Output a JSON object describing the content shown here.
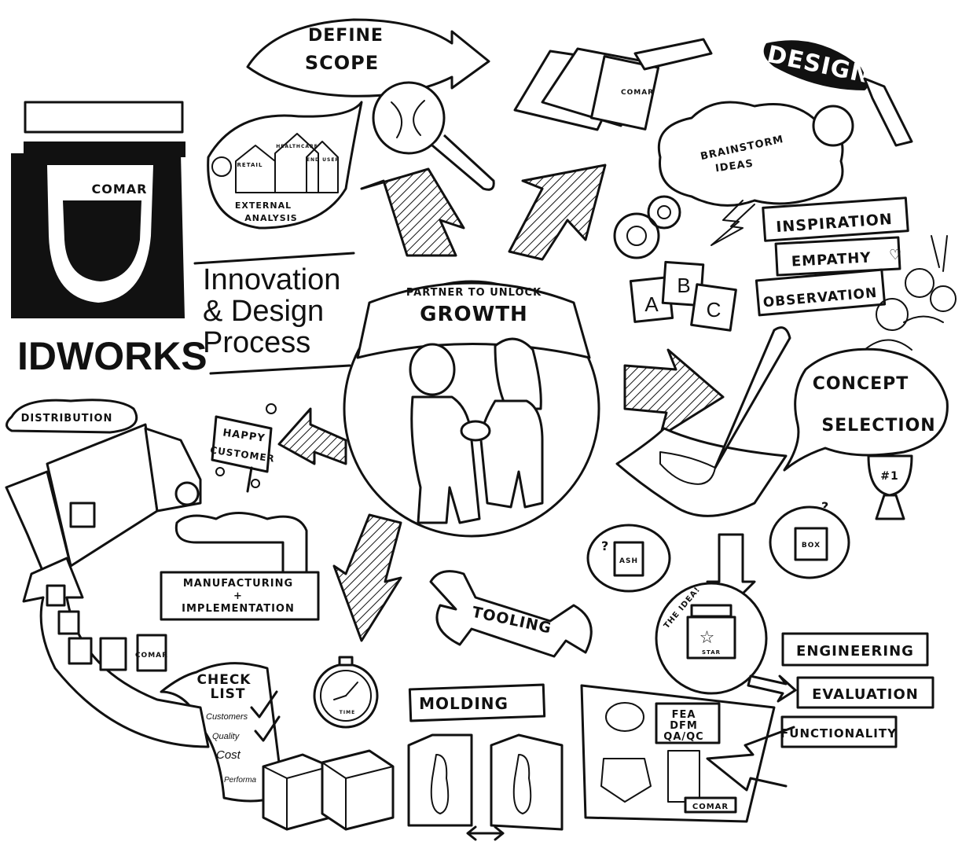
{
  "brand": {
    "company": "COMAR",
    "logo_text": "IDWORKS",
    "title_line1": "Innovation",
    "title_line2": "& Design",
    "title_line3": "Process"
  },
  "center": {
    "banner_top": "PARTNER TO UNLOCK",
    "banner_main": "GROWTH"
  },
  "stages": {
    "define_line1": "DEFINE",
    "define_line2": "SCOPE",
    "external_analysis_line1": "EXTERNAL",
    "external_analysis_line2": "ANALYSIS",
    "house_retail": "RETAIL",
    "house_mid": "HEALTHCARE",
    "house_end": "END USER",
    "design": "DESIGN",
    "brainstorm_line1": "BRAINSTORM",
    "brainstorm_line2": "IDEAS",
    "inspiration": "INSPIRATION",
    "empathy": "EMPATHY",
    "observation": "OBSERVATION",
    "blocks": [
      "A",
      "B",
      "C"
    ],
    "concept_line1": "CONCEPT",
    "concept_line2": "SELECTION",
    "trophy_label": "#1",
    "the_idea": "THE IDEA!",
    "star_label": "STAR",
    "engineering": "ENGINEERING",
    "evaluation": "EVALUATION",
    "functionality": "FUNCTIONALITY",
    "fea": "FEA",
    "dfm": "DFM",
    "qaqc": "QA/QC",
    "drawing_comar": "COMAR",
    "tooling": "TOOLING",
    "molding": "MOLDING",
    "checklist_line1": "CHECK",
    "checklist_line2": "LIST",
    "checklist_items": [
      "Customers",
      "Quality",
      "Cost",
      "Performa"
    ],
    "stopwatch_label": "TIME",
    "manufacturing_line1": "MANUFACTURING",
    "manufacturing_plus": "+",
    "manufacturing_line2": "IMPLEMENTATION",
    "distribution": "DISTRIBUTION",
    "sign_line1": "HAPPY",
    "sign_line2": "CUSTOMER",
    "jar_label_ash": "ASH",
    "jar_label_box": "BOX",
    "jar_label_comar": "COMAR"
  }
}
